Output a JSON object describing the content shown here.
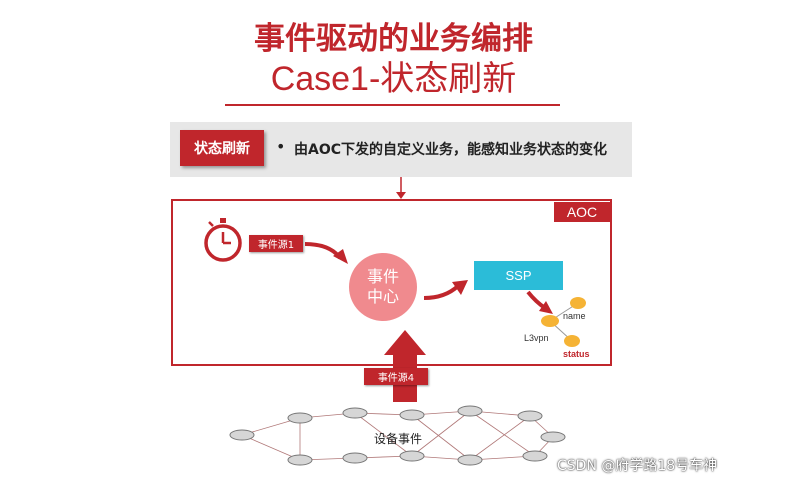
{
  "header": {
    "title_line1": "事件驱动的业务编排",
    "title_line2": "Case1-状态刷新"
  },
  "banner": {
    "tag": "状态刷新",
    "bullet": "•",
    "description": "由AOC下发的自定义业务，能感知业务状态的变化"
  },
  "diagram": {
    "aoc_label": "AOC",
    "event_source_1": "事件源1",
    "event_source_4": "事件源4",
    "event_center_line1": "事件",
    "event_center_line2": "中心",
    "ssp_label": "SSP",
    "attr_name": "name",
    "attr_l3vpn": "L3vpn",
    "attr_status": "status",
    "device_events": "设备事件"
  },
  "watermark": "CSDN @府学路18号车神",
  "colors": {
    "brand_red": "#c0262c",
    "center_pink": "#f08a8e",
    "ssp_blue": "#2bbcd8",
    "node_orange": "#f5b335"
  }
}
